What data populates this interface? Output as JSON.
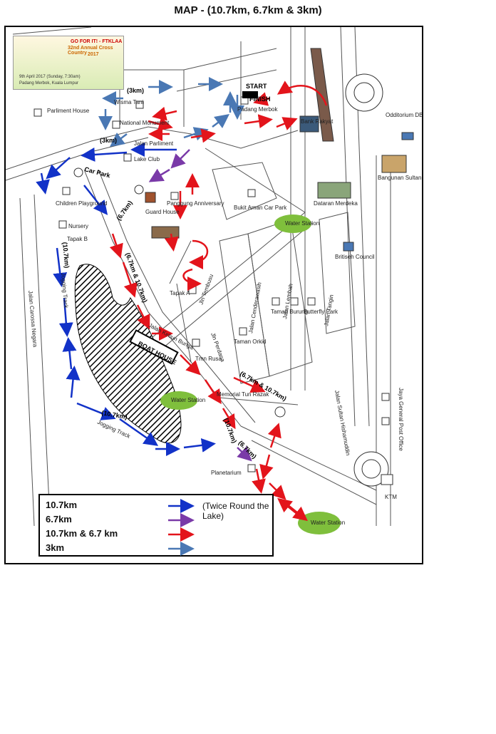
{
  "title": "MAP - (10.7km, 6.7km & 3km)",
  "banner": {
    "line1": "GO FOR IT! - FTKLAA",
    "line2": "32nd Annual Cross Country",
    "line3": "2017",
    "line4": "9th April 2017 (Sunday, 7:30am)",
    "line5": "Padang Merbok, Kuala Lumpur"
  },
  "labels": {
    "start": "START",
    "finish": "FINISH",
    "padang_merbok": "Padang Merbok",
    "bank_rakyat": "Bank Rakyat",
    "odeon": "Odditorium DBKL",
    "parliment_house": "Parliment House",
    "wisma_tani": "Wisma Tani",
    "national_monument": "National Monument",
    "jalan_parliment": "Jalan Parliment",
    "lake_club": "Lake Club",
    "car_park": "Car Park",
    "children_playground": "Children Playground",
    "nursery": "Nursery",
    "tapak_b": "Tapak B",
    "guard_house": "Guard House",
    "panggung": "Panggung Anniversary",
    "bukit_aman": "Bukit Aman Car Park",
    "dataran": "Dataran Merdeka",
    "bangunan": "Bangunan Sultan Abdul Samat",
    "british_council": "Britiseh Council",
    "tapak_a": "Tapak A",
    "jln_tembusu": "Jln Tembusu",
    "jalan_cenderawasih": "Jalan Cenderawasih",
    "jalan_lembah": "Jalan Lembah",
    "jalan_tangin": "Jalan Tangin",
    "taman_burung": "Taman Burung",
    "butterfly_park": "Butterfly Park",
    "jalan_kebun_bunga": "Jalan Kebun Bunga",
    "jln_perdana": "Jln Perdana",
    "tmn_rusa": "Tmn Rusa",
    "taman_orkid": "Taman Orkid",
    "boat_house": "BOAT HOUSE",
    "jalan_carossa": "Jalan Carossa Negara",
    "jogging_track_1": "Jogging Track",
    "jogging_track_2": "Jogging Track",
    "memorial": "Memorial Tun Razak",
    "planetarium": "Planetarium",
    "water_station": "Water Station",
    "jaya_post": "Jaya General Post Office",
    "ktm": "KTM",
    "jalan_sultan": "Jalan Sultan Hishamuddin"
  },
  "route_tags": {
    "t3km_a": "(3km)",
    "t3km_b": "(3km)",
    "t6_7": "(6.7km)",
    "t6_10": "(6.7km & 10.7km)",
    "t10_7a": "(10.7km)",
    "t10_7b": "(10.7km)",
    "t10_7c": "(10.7km)",
    "t6_7b": "(6.7km)",
    "t6_10b": "(6.7km & 10.7km)"
  },
  "legend": {
    "row1": "10.7km",
    "row1_note": "(Twice Round the Lake)",
    "row2": "6.7km",
    "row3": "10.7km & 6.7 km",
    "row4": "3km"
  },
  "colors": {
    "red": "#e3141b",
    "blue": "#1232c8",
    "purple": "#7a3aa8",
    "steel": "#4a78b4",
    "green": "#7fbf3c"
  }
}
